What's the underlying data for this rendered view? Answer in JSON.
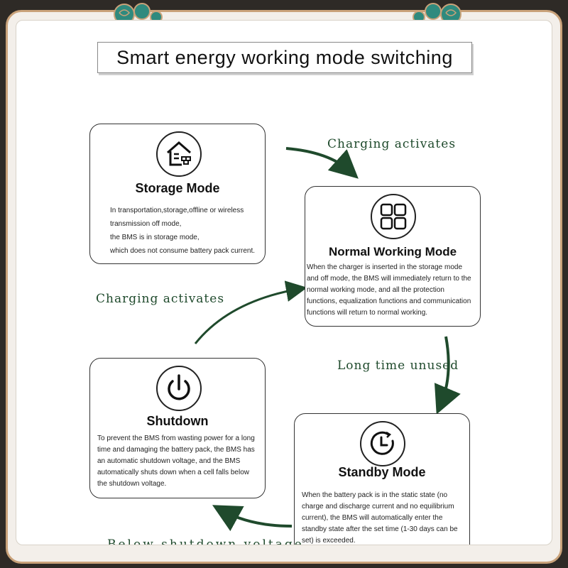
{
  "title": "Smart energy working mode switching",
  "modes": {
    "storage": {
      "icon": "house-with-boxes-icon",
      "title": "Storage Mode",
      "desc": [
        "In transportation,storage,offline or wireless",
        "transmission off mode,",
        "the BMS is in storage mode,",
        "which does not consume battery pack current."
      ]
    },
    "normal": {
      "icon": "grid-four-squares-icon",
      "title": "Normal Working Mode",
      "desc": [
        "When the charger is inserted in the storage mode",
        "and off mode, the BMS will immediately return to the",
        "normal working mode, and all the protection",
        "functions, equalization functions and communication",
        "functions will return to normal working."
      ]
    },
    "standby": {
      "icon": "clock-icon",
      "title": "Standby Mode",
      "desc": [
        "When the battery pack is in the static state (no",
        "charge and discharge current and no equilibrium",
        "current), the BMS will automatically enter the",
        "standby state after the set time (1-30 days can be",
        "set) is exceeded."
      ]
    },
    "shutdown": {
      "icon": "power-icon",
      "title": "Shutdown",
      "desc": [
        "To prevent the BMS from wasting power for a long",
        "time and damaging the battery pack, the BMS has",
        "an automatic shutdown voltage, and the BMS",
        "automatically shuts down when a cell falls below",
        "the shutdown voltage."
      ]
    }
  },
  "transitions": {
    "storage_to_normal": "Charging activates",
    "shutdown_to_normal": "Charging activates",
    "normal_to_standby": "Long time unused",
    "standby_to_shutdown": "Below shutdown voltage"
  },
  "colors": {
    "arrow": "#1f4a2c",
    "frame": "#c9a27a",
    "ornament": "#2f8a7e"
  }
}
